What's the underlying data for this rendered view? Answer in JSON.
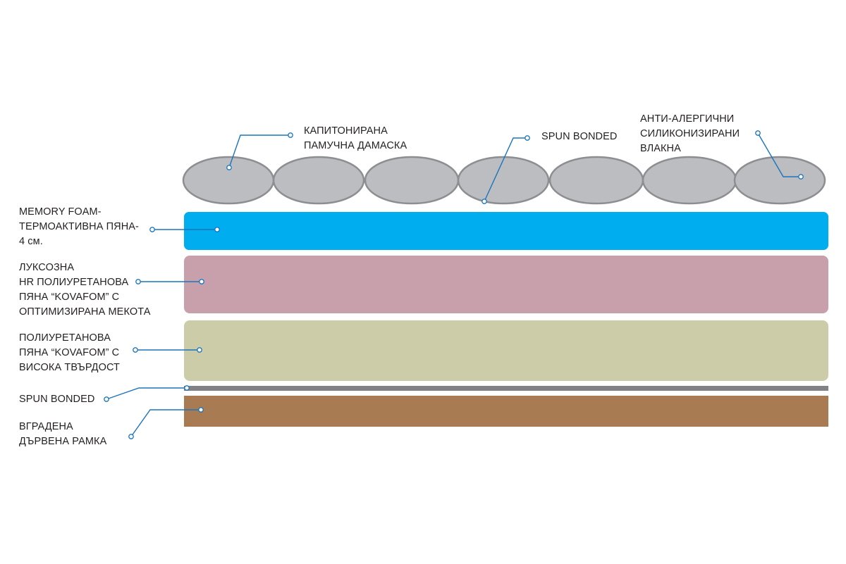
{
  "colors": {
    "quilt_fill": "#bcbdc0",
    "quilt_stroke": "#8d8e91",
    "memory_foam": "#00adef",
    "hr_foam": "#c7a0ab",
    "hard_foam": "#cccda8",
    "spun_bonded_strip": "#818186",
    "wood_frame": "#a87b53",
    "leader": "#1c75bc"
  },
  "labels": {
    "quilted_damask": [
      "КАПИТОНИРАНА",
      "ПАМУЧНА ДАМАСКА"
    ],
    "spun_bonded_top": [
      "SPUN BONDED"
    ],
    "antiallergic_fibers": [
      "АНТИ-АЛЕРГИЧНИ",
      "СИЛИКОНИЗИРАНИ",
      "ВЛАКНА"
    ],
    "memory_foam": [
      "MEMORY FOAM-",
      "ТЕРМОАКТИВНА ПЯНА-",
      "4 см."
    ],
    "hr_foam": [
      "ЛУКСОЗНА",
      "HR ПОЛИУРЕТАНОВА",
      "ПЯНА “KOVAFOM” С",
      "ОПТИМИЗИРАНА МЕКОТА"
    ],
    "hard_foam": [
      "ПОЛИУРЕТАНОВА",
      "ПЯНА “KOVAFOM” С",
      "ВИСОКА ТВЪРДОСТ"
    ],
    "spun_bonded_bottom": [
      "SPUN BONDED"
    ],
    "wood_frame": [
      "ВГРАДЕНА",
      "ДЪРВЕНА РАМКА"
    ]
  }
}
